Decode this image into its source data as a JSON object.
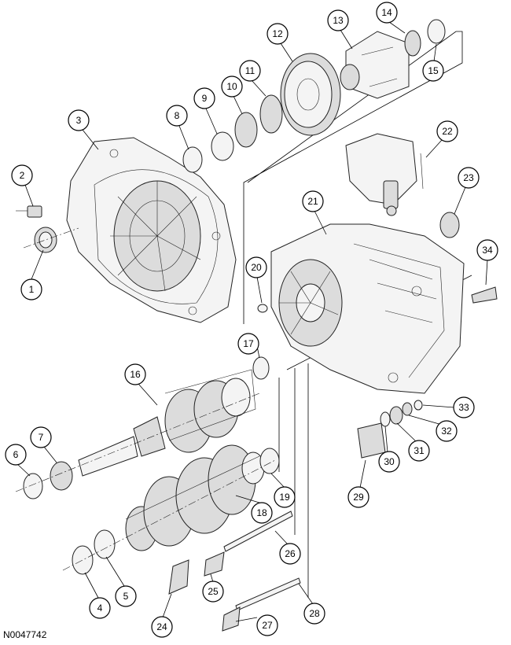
{
  "document_id": "N0047742",
  "callouts": [
    "1",
    "2",
    "3",
    "4",
    "5",
    "6",
    "7",
    "8",
    "9",
    "10",
    "11",
    "12",
    "13",
    "14",
    "15",
    "16",
    "17",
    "18",
    "19",
    "20",
    "21",
    "22",
    "23",
    "24",
    "25",
    "26",
    "27",
    "28",
    "29",
    "30",
    "31",
    "32",
    "33",
    "34"
  ]
}
